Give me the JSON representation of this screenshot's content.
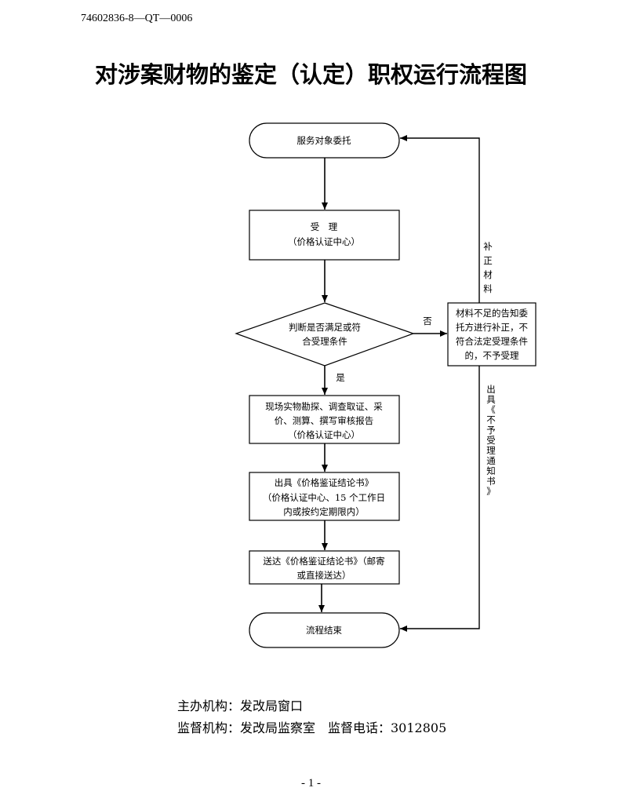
{
  "header": {
    "doc_code": "74602836-8—QT—0006"
  },
  "title": "对涉案财物的鉴定（认定）职权运行流程图",
  "flow": {
    "start": "服务对象委托",
    "accept": [
      "受　理",
      "（价格认证中心）"
    ],
    "decision": [
      "判断是否满足或符",
      "合受理条件"
    ],
    "no_label": "否",
    "yes_label": "是",
    "reject": [
      "材料不足的告知委",
      "托方进行补正，不",
      "符合法定受理条件",
      "的，不予受理"
    ],
    "supplement": [
      "补",
      "正",
      "材",
      "料"
    ],
    "notice": [
      "出",
      "具",
      "《",
      "不",
      "予",
      "受",
      "理",
      "通",
      "知",
      "书",
      "》"
    ],
    "survey": [
      "现场实物勘探、调查取证、采",
      "价、测算、撰写审核报告",
      "（价格认证中心）"
    ],
    "issue": [
      "出具《价格鉴证结论书》",
      "（价格认证中心、15 个工作日",
      "内或按约定期限内）"
    ],
    "deliver": [
      "送达《价格鉴证结论书》（邮寄",
      "或直接送达）"
    ],
    "end": "流程结束"
  },
  "footer": {
    "host": "主办机构：发改局窗口",
    "supervise": "监督机构：发改局监察室　监督电话：3012805"
  },
  "page_number": "- 1 -"
}
